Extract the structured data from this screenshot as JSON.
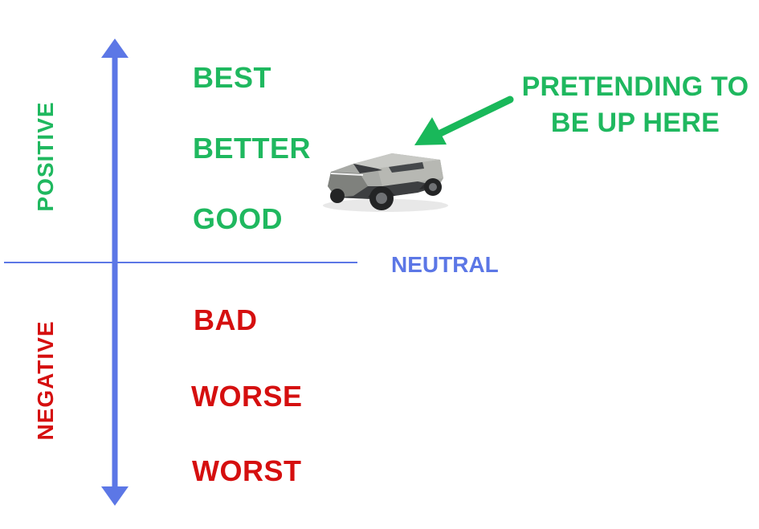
{
  "axis_labels": {
    "positive": "POSITIVE",
    "negative": "NEGATIVE",
    "neutral": "NEUTRAL"
  },
  "levels": {
    "positive": [
      "BEST",
      "BETTER",
      "GOOD"
    ],
    "negative": [
      "BAD",
      "WORSE",
      "WORST"
    ]
  },
  "annotation": {
    "line1": "PRETENDING TO",
    "line2": "BE UP HERE"
  },
  "colors": {
    "positive": "#1fb85f",
    "negative": "#d50f0f",
    "axis": "#5c77e6",
    "arrow": "#19b85a"
  },
  "icons": {
    "vehicle": "cybertruck-icon"
  }
}
